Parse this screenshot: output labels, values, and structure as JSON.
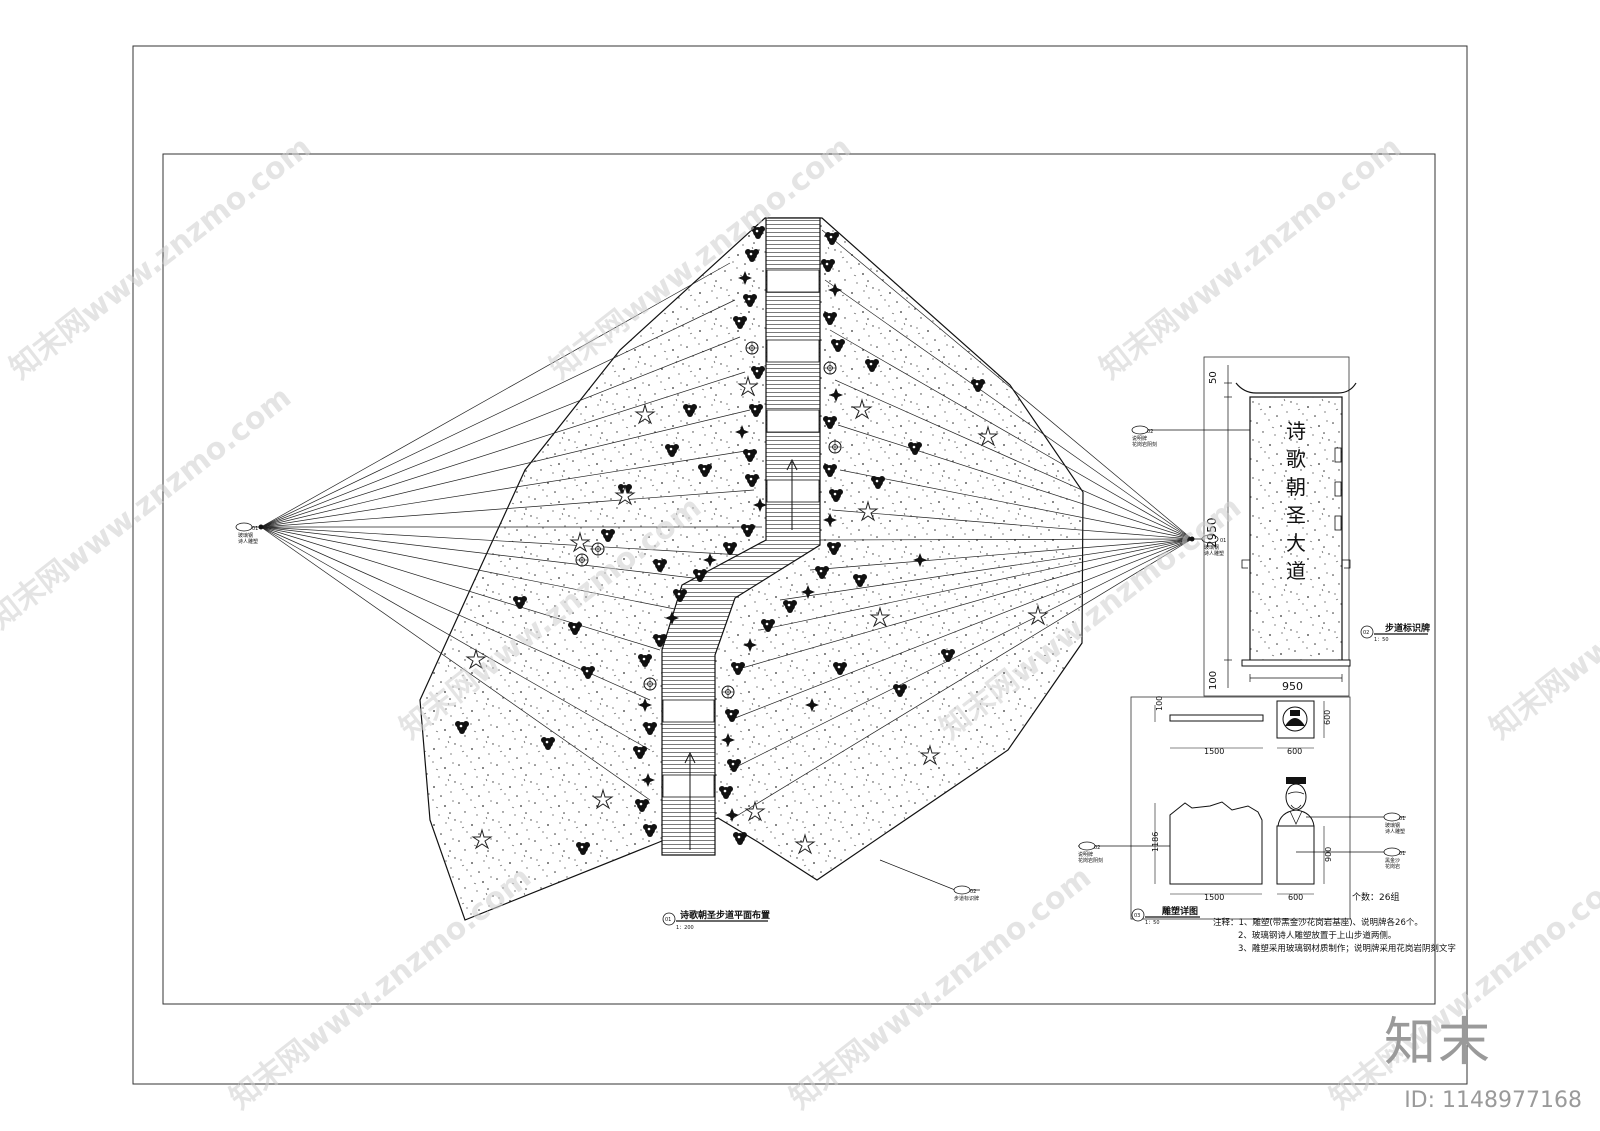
{
  "plan": {
    "title": "诗歌朝圣步道平面布置",
    "no": "01",
    "scale": "1：200",
    "left_callout_no": "01",
    "left_callout_l1": "玻璃钢",
    "left_callout_l2": "诗人雕塑",
    "right_callout_no": "01",
    "right_callout_l1": "玻璃钢",
    "right_callout_l2": "诗人雕塑",
    "bottom_callout_no": "02",
    "bottom_callout_l1": "步道标识牌"
  },
  "sign": {
    "title": "步道标识牌",
    "no": "02",
    "scale": "1：50",
    "text_chars": [
      "诗",
      "歌",
      "朝",
      "圣",
      "大",
      "道"
    ],
    "dim_top": "50",
    "dim_height": "2950",
    "dim_bottom": "100",
    "dim_width": "950",
    "callout_no": "02",
    "callout_l1": "说明牌",
    "callout_l2": "花岗岩阴刻"
  },
  "sculpture": {
    "title": "雕塑详图",
    "no": "03",
    "scale": "1：50",
    "dim_100": "100",
    "dim_1500_top": "1500",
    "dim_600_top_w": "600",
    "dim_600_top_h": "600",
    "dim_1186": "1186",
    "dim_1500_bottom": "1500",
    "dim_600_bottom": "600",
    "dim_900": "900",
    "count": "个数：26组",
    "left_callout_no": "02",
    "left_callout_l1": "说明牌",
    "left_callout_l2": "花岗岩阴刻",
    "right_callout1_no": "01",
    "right_callout1_l1": "玻璃钢",
    "right_callout1_l2": "诗人雕塑",
    "right_callout2_no": "01",
    "right_callout2_l1": "黑金沙",
    "right_callout2_l2": "花岗岩"
  },
  "notes": [
    "注释：1、雕塑(带黑金沙花岗岩基座)、说明牌各26个。",
    "2、玻璃钢诗人雕塑放置于上山步道两侧。",
    "3、雕塑采用玻璃钢材质制作；说明牌采用花岗岩阴刻文字"
  ],
  "watermark": "知末网www.znzmo.com",
  "brand": "知末",
  "image_id": "ID: 1148977168"
}
